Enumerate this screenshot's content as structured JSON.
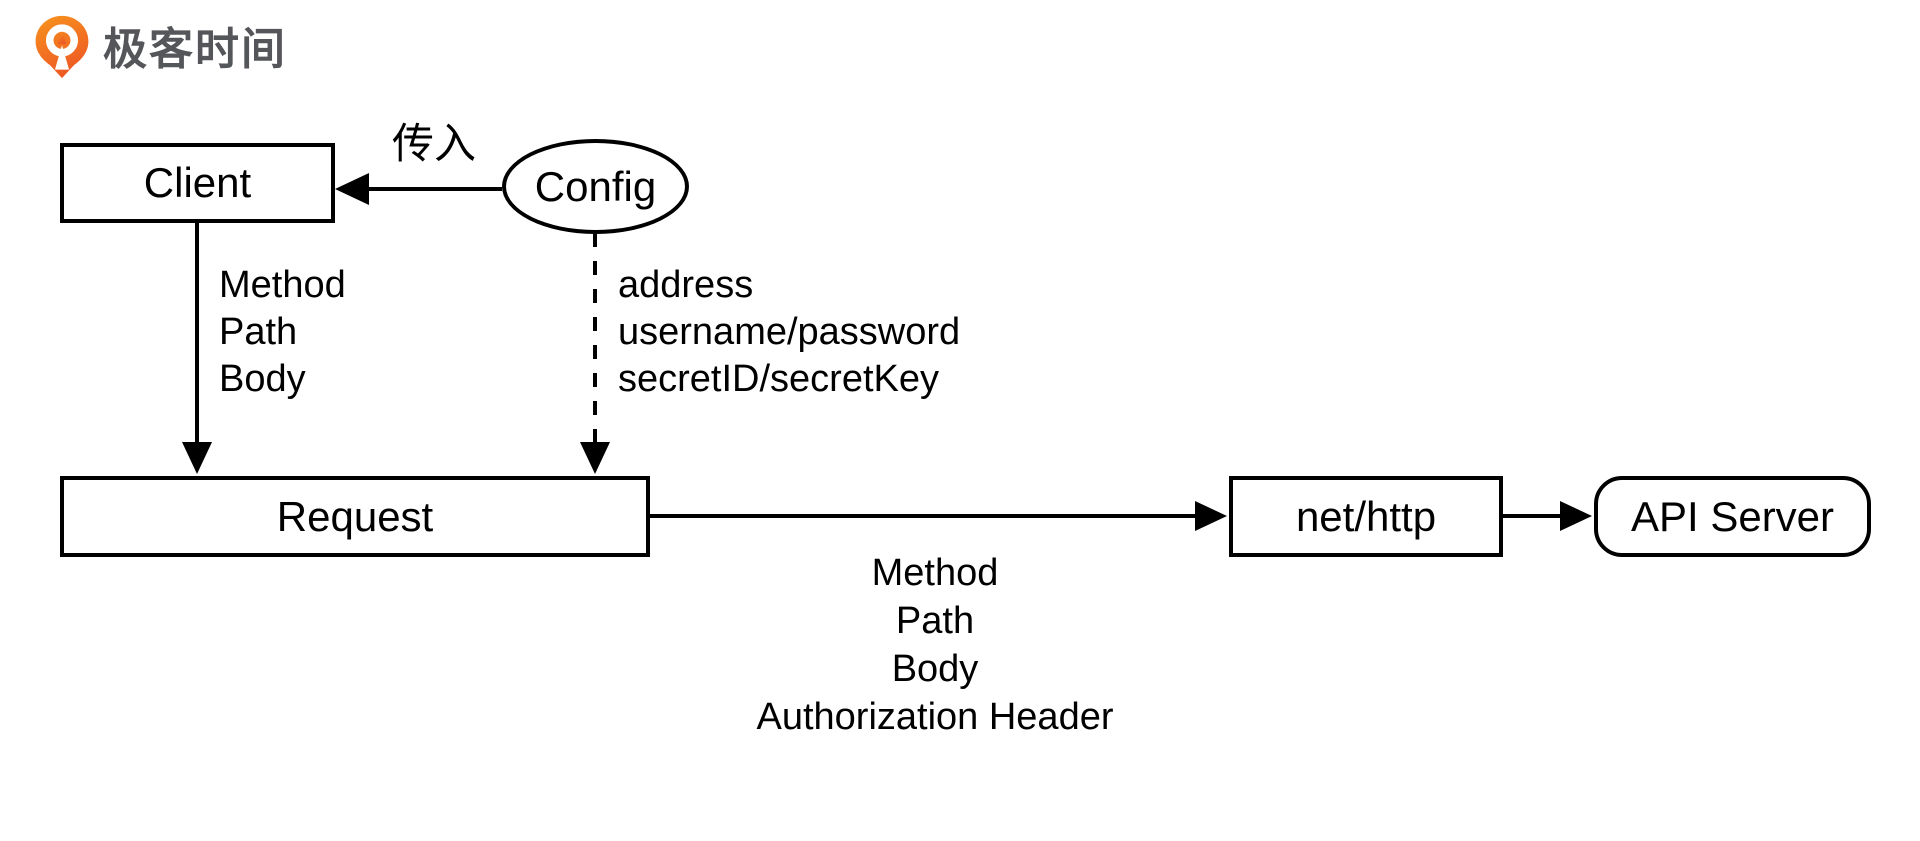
{
  "logo": {
    "text": "极客时间"
  },
  "nodes": {
    "client": "Client",
    "config": "Config",
    "request": "Request",
    "nethttp": "net/http",
    "apiserver": "API Server"
  },
  "edges": {
    "config_to_client": {
      "label": "传入"
    },
    "client_to_request": {
      "lines": [
        "Method",
        "Path",
        "Body"
      ]
    },
    "config_to_request": {
      "lines": [
        "address",
        "username/password",
        "secretID/secretKey"
      ]
    },
    "request_to_nethttp": {
      "lines": [
        "Method",
        "Path",
        "Body",
        "Authorization Header"
      ]
    }
  },
  "colors": {
    "line": "#000000",
    "logo_orange_top": "#F7941D",
    "logo_orange_bottom": "#EE5A24",
    "logo_text": "#55565A"
  }
}
